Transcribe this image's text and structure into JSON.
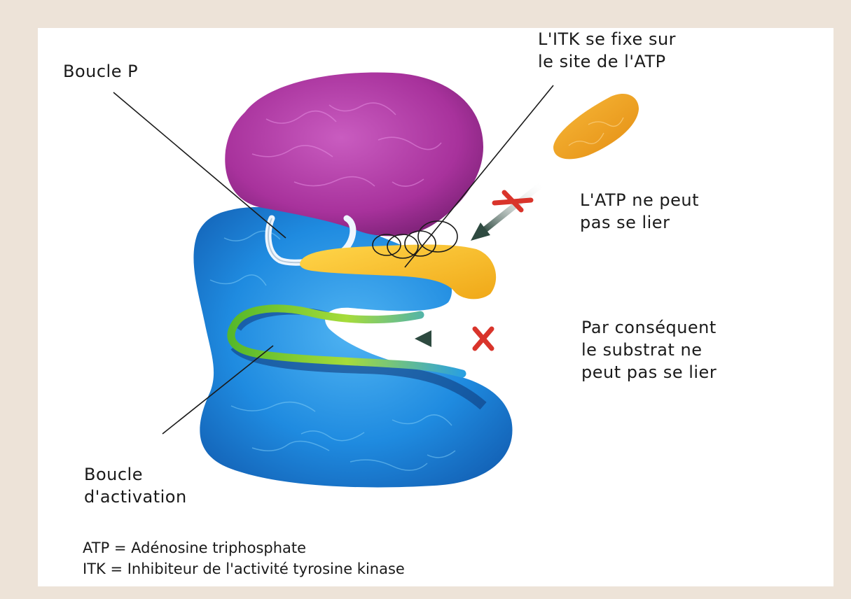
{
  "labels": {
    "boucle_p": "Boucle P",
    "itk_fixe": [
      "L'ITK se fixe sur",
      "le site de l'ATP"
    ],
    "atp_ne_peut": [
      "L'ATP ne peut",
      "pas se lier"
    ],
    "substrat": [
      "Par conséquent",
      "le substrat ne",
      "peut pas se lier"
    ],
    "boucle_activation": [
      "Boucle",
      "d'activation"
    ]
  },
  "legend": [
    "ATP = Adénosine triphosphate",
    "ITK = Inhibiteur de l'activité tyrosine kinase"
  ],
  "colors": {
    "background": "#ede3d8",
    "n_lobe": "#b23aa6",
    "c_lobe": "#1e88e0",
    "atp": "#f2a81f",
    "itk": "#f5b81c",
    "activation_loop": "#6cc832",
    "block_mark": "#d9342b",
    "arrow": "#2e4a40"
  }
}
